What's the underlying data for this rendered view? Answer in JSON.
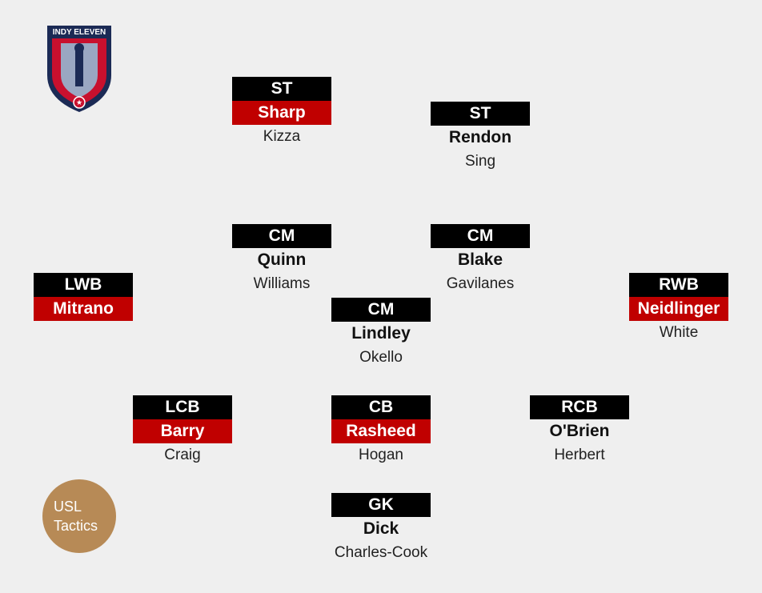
{
  "logo": {
    "text": "INDY ELEVEN"
  },
  "badge": {
    "line1": "USL",
    "line2": "Tactics"
  },
  "colors": {
    "background": "#efefef",
    "position_bg": "#000000",
    "highlight": "#c00000",
    "badge": "#b78a56"
  },
  "players": [
    {
      "id": "st-left",
      "position": "ST",
      "starter": "Sharp",
      "backup": "Kizza",
      "highlight": true
    },
    {
      "id": "st-right",
      "position": "ST",
      "starter": "Rendon",
      "backup": "Sing",
      "highlight": false
    },
    {
      "id": "cm-left",
      "position": "CM",
      "starter": "Quinn",
      "backup": "Williams",
      "highlight": false
    },
    {
      "id": "cm-right",
      "position": "CM",
      "starter": "Blake",
      "backup": "Gavilanes",
      "highlight": false
    },
    {
      "id": "lwb",
      "position": "LWB",
      "starter": "Mitrano",
      "backup": "",
      "highlight": true
    },
    {
      "id": "rwb",
      "position": "RWB",
      "starter": "Neidlinger",
      "backup": "White",
      "highlight": true
    },
    {
      "id": "cm-center",
      "position": "CM",
      "starter": "Lindley",
      "backup": "Okello",
      "highlight": false
    },
    {
      "id": "lcb",
      "position": "LCB",
      "starter": "Barry",
      "backup": "Craig",
      "highlight": true
    },
    {
      "id": "cb",
      "position": "CB",
      "starter": "Rasheed",
      "backup": "Hogan",
      "highlight": true
    },
    {
      "id": "rcb",
      "position": "RCB",
      "starter": "O'Brien",
      "backup": "Herbert",
      "highlight": false
    },
    {
      "id": "gk",
      "position": "GK",
      "starter": "Dick",
      "backup": "Charles-Cook",
      "highlight": false
    }
  ]
}
